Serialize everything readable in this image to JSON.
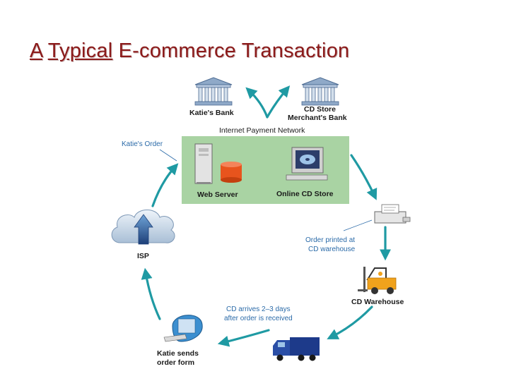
{
  "slide": {
    "title_word1": "A",
    "title_word2": "Typical",
    "title_rest": "E-commerce Transaction"
  },
  "diagram": {
    "katies_bank": "Katie's Bank",
    "cd_store_line1": "CD Store",
    "cd_store_line2": "Merchant's Bank",
    "internet_payment_network": "Internet Payment Network",
    "katies_order": "Katie's Order",
    "web_server": "Web Server",
    "online_cd_store": "Online CD Store",
    "isp": "ISP",
    "order_printed_line1": "Order printed at",
    "order_printed_line2": "CD warehouse",
    "cd_warehouse": "CD Warehouse",
    "cd_arrives_line1": "CD arrives 2–3 days",
    "cd_arrives_line2": "after order is received",
    "katie_sends_line1": "Katie sends",
    "katie_sends_line2": "order form"
  },
  "colors": {
    "title": "#8b1a1a",
    "arrow": "#1f9aa3",
    "green_panel": "#a9d3a3",
    "label_blue": "#2a6aa8"
  }
}
